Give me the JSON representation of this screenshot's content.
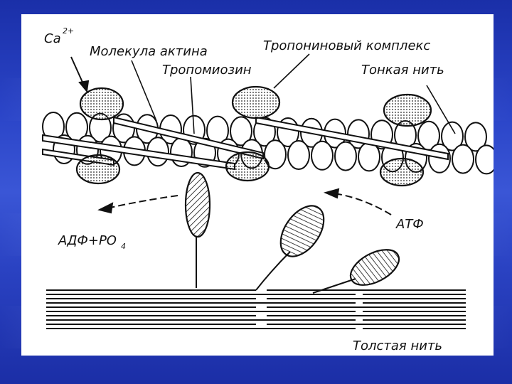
{
  "diagram": {
    "labels": {
      "calcium": "Ca",
      "calcium_charge": "2+",
      "actin_molecule": "Молекула актина",
      "troponin_complex": "Тропониновый комплекс",
      "tropomyosin": "Тропомиозин",
      "thin_filament": "Тонкая нить",
      "adp_formula": "АДФ+РО",
      "adp_subscript": "4",
      "atp": "АТФ",
      "thick_filament": "Толстая нить"
    }
  },
  "colors": {
    "background": "#2b45c8",
    "panel": "#ffffff",
    "ink": "#111111"
  }
}
